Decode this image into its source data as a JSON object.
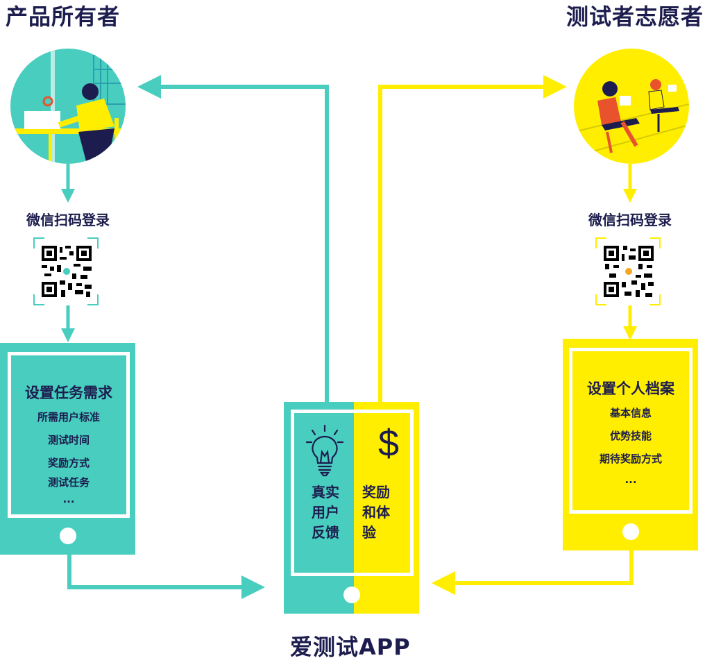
{
  "headings": {
    "product_owner": "产品所有者",
    "tester_volunteer": "测试者志愿者",
    "app_name": "爱测试APP"
  },
  "product_owner_flow": {
    "login_label": "微信扫码登录",
    "panel_title": "设置任务需求",
    "items": [
      "所需用户标准",
      "测试时间",
      "奖励方式",
      "测试任务",
      "..."
    ]
  },
  "tester_flow": {
    "login_label": "微信扫码登录",
    "panel_title": "设置个人档案",
    "items": [
      "基本信息",
      "优势技能",
      "期待奖励方式",
      "..."
    ]
  },
  "app": {
    "left_text": [
      "真实",
      "用户",
      "反馈"
    ],
    "right_text": [
      "奖励",
      "和体",
      "验"
    ],
    "lightbulb_icon": "lightbulb-icon",
    "dollar_symbol": "$"
  },
  "colors": {
    "teal": "#48cdbf",
    "yellow": "#ffee00",
    "navy": "#1c1d4e"
  }
}
